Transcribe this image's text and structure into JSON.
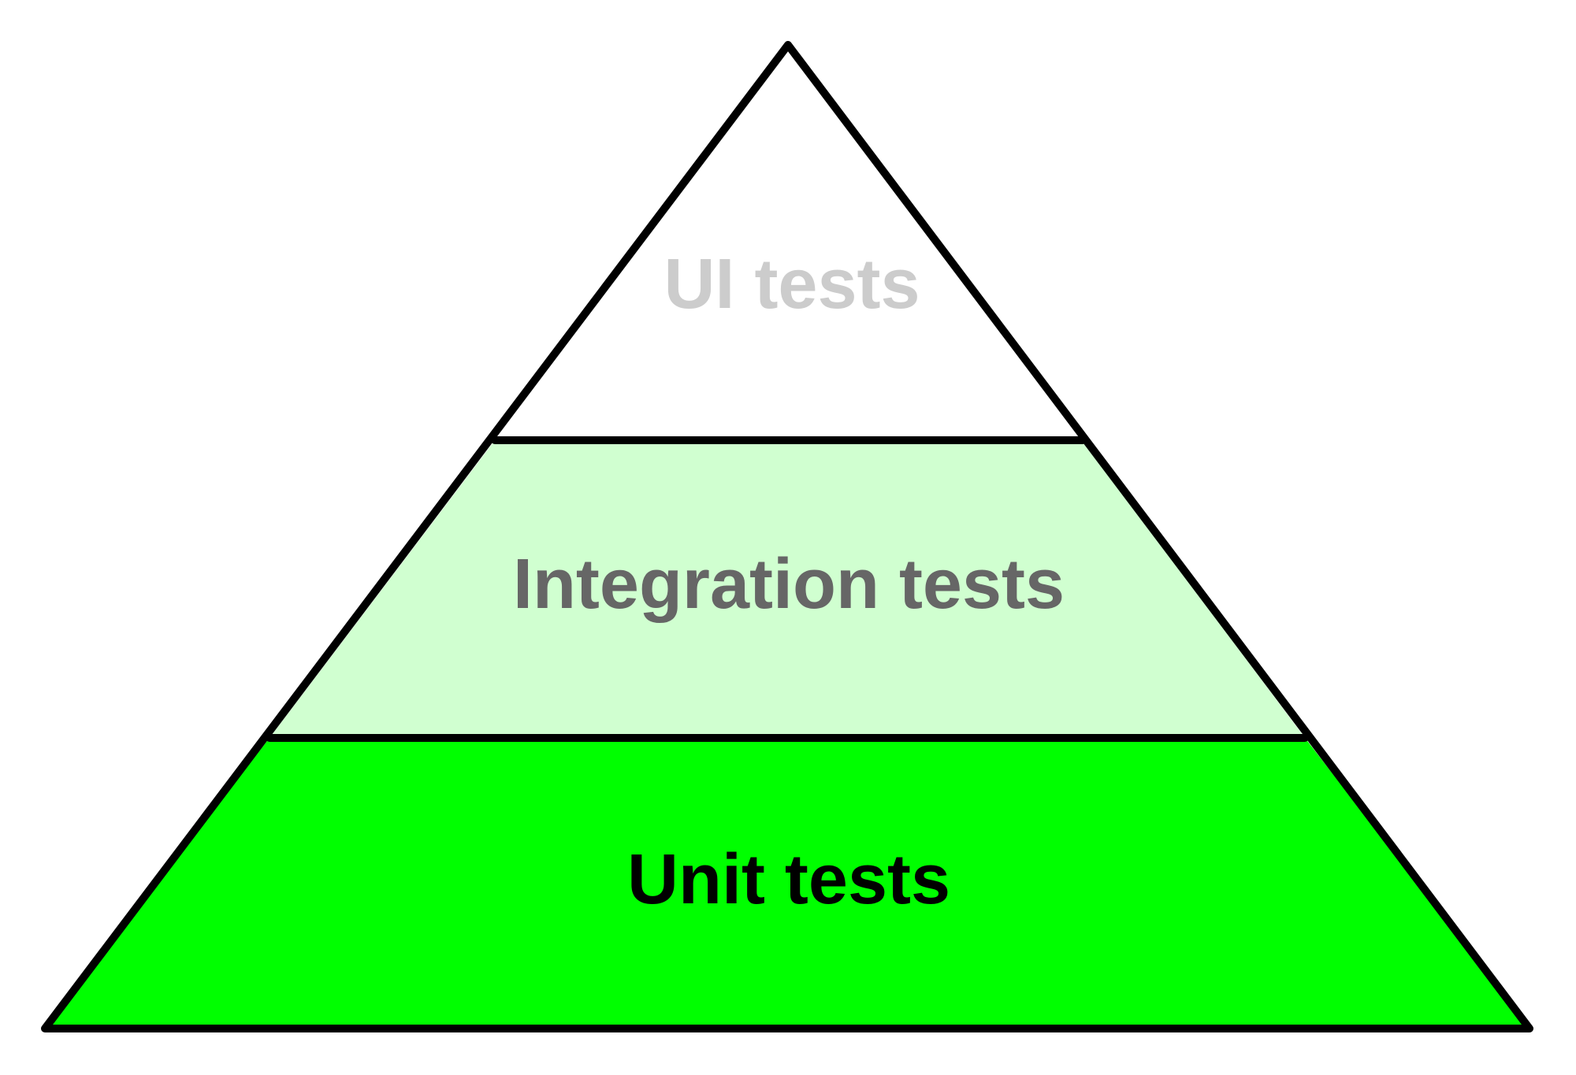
{
  "diagram": {
    "type": "test-pyramid",
    "layers": [
      {
        "label": "UI tests",
        "fill": "#ffffff",
        "text_color": "#cccccc"
      },
      {
        "label": "Integration tests",
        "fill": "#d0ffd0",
        "text_color": "#666666"
      },
      {
        "label": "Unit tests",
        "fill": "#00ff00",
        "text_color": "#000000"
      }
    ],
    "stroke_color": "#000000"
  }
}
